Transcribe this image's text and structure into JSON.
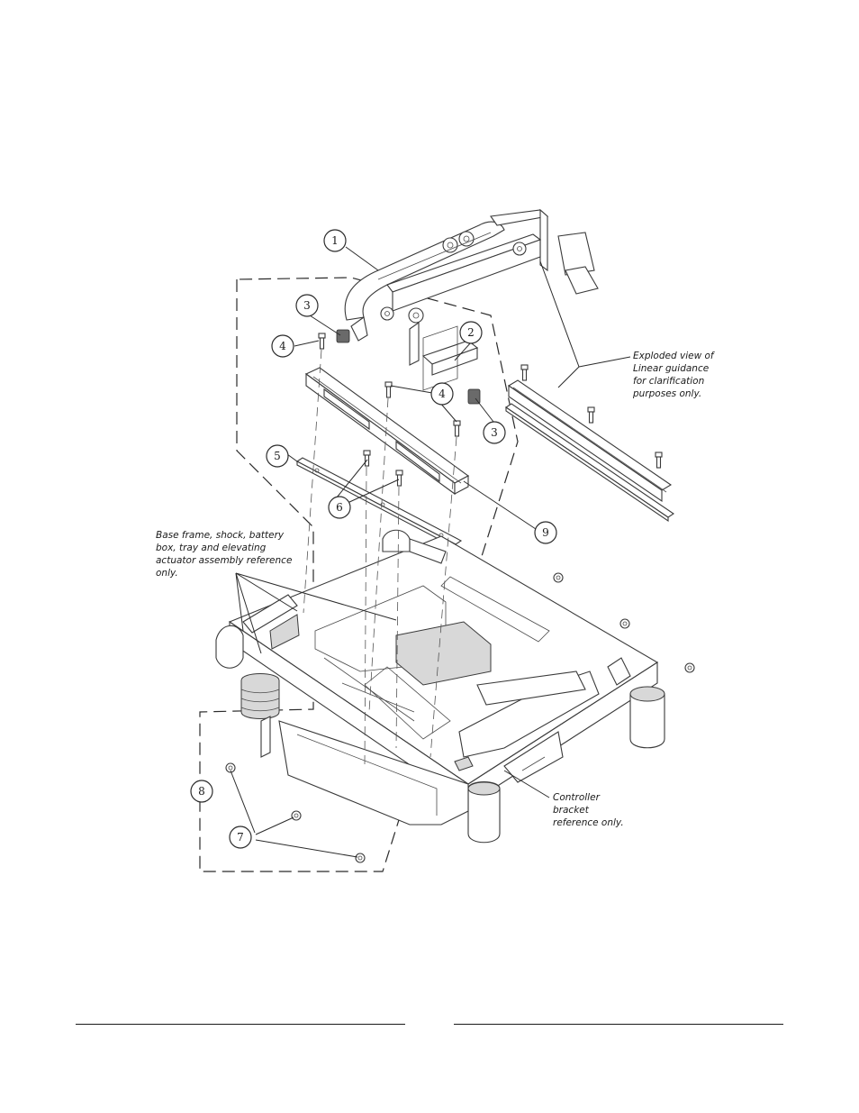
{
  "callouts": {
    "c1": "1",
    "c2": "2",
    "c3a": "3",
    "c3b": "3",
    "c4a": "4",
    "c4b": "4",
    "c5": "5",
    "c6": "6",
    "c7": "7",
    "c8": "8",
    "c9": "9"
  },
  "notes": {
    "linear_guidance": "Exploded view of Linear guidance for clarification purposes only.",
    "base_frame": "Base frame, shock, battery box, tray and elevating actuator assembly reference only.",
    "controller_bracket": "Controller bracket reference only."
  }
}
